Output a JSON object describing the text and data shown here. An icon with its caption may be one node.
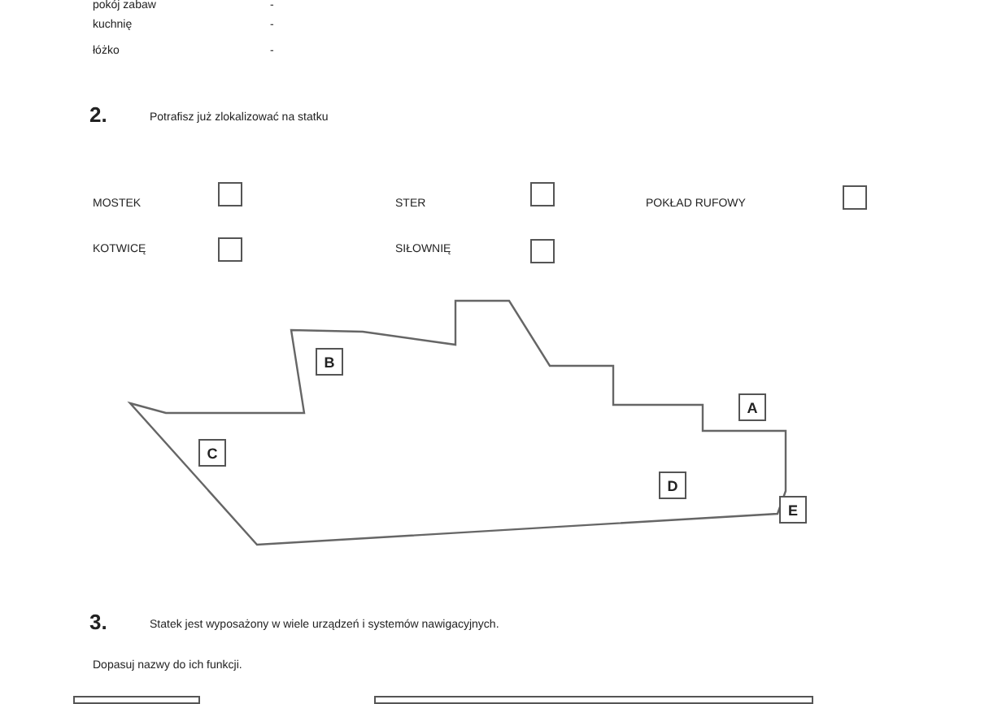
{
  "diagram": {
    "nodes": [
      {
        "text": [],
        "shape": "box"
      },
      {
        "text": [],
        "shape": "box"
      },
      {
        "text": [],
        "shape": "box"
      },
      {
        "text": [],
        "shape": "box"
      },
      {
        "text": [],
        "shape": "box"
      },
      {
        "text": [
          "B"
        ]
      },
      {
        "text": [
          "A"
        ]
      },
      {
        "text": [
          "C"
        ]
      },
      {
        "text": [
          "D"
        ]
      },
      {
        "text": [
          "E"
        ]
      }
    ],
    "labels": [
      "pokój zabaw",
      "-",
      "kuchnię",
      "-",
      "łóżko",
      "-",
      "2.",
      "Potrafisz już zlokalizować na statku",
      "MOSTEK",
      "STER",
      "POKŁAD RUFOWY",
      "KOTWICĘ",
      "SIŁOWNIĘ",
      "3.",
      "Statek jest wyposażony w wiele urządzeń i systemów nawigacyjnych.",
      "Dopasuj nazwy do ich funkcji."
    ]
  }
}
